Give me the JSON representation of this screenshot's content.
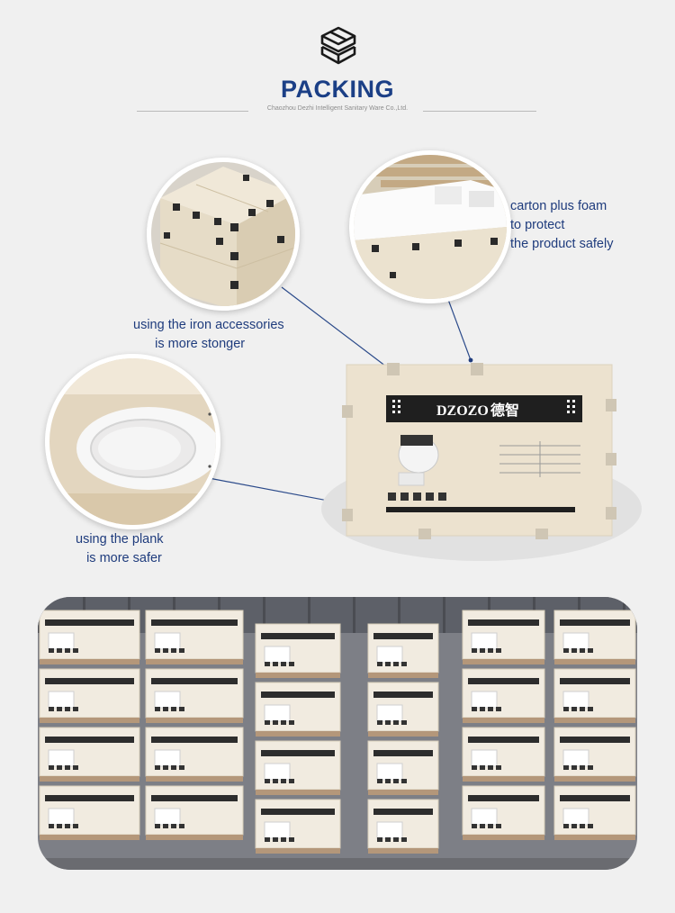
{
  "header": {
    "title": "PACKING",
    "subtitle": "Chaozhou Dezhi Intelligent Sanitary Ware Co.,Ltd."
  },
  "callouts": {
    "carton": "carton plus foam\nto protect\nthe product safely",
    "iron": "using the iron accessories\n      is more stonger",
    "plank": "using the plank\n   is more safer"
  },
  "crate": {
    "brand": "DZOZO",
    "brand_cn": "德智"
  },
  "icons": {
    "logo": "stacked-boxes-icon"
  },
  "colors": {
    "accent": "#1b3f86",
    "plywood": "#ece2cf",
    "background": "#f0f0f0"
  }
}
